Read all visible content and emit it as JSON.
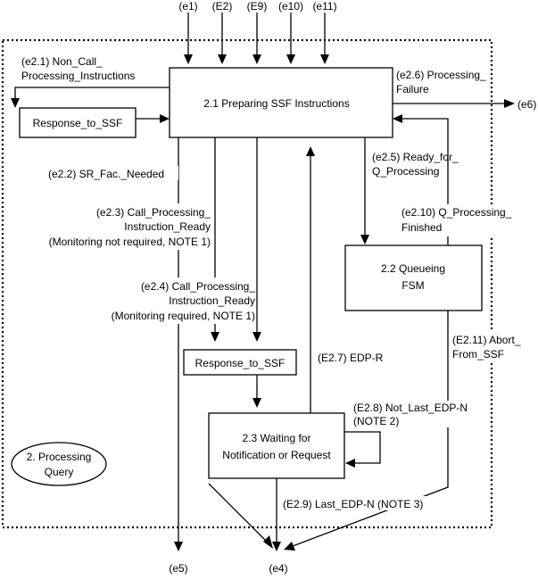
{
  "inputs": [
    "(e1)",
    "(E2)",
    "(E9)",
    "(e10)",
    "(e11)"
  ],
  "outputs": {
    "e6": "(e6)",
    "e5": "(e5)",
    "e4": "(e4)"
  },
  "states": {
    "preparing": "2.1 Preparing SSF Instructions",
    "queueing": [
      "2.2 Queueing",
      "FSM"
    ],
    "waiting": [
      "2.3 Waiting for",
      "Notification or Request"
    ]
  },
  "boxes": {
    "response_left": "Response_to_SSF",
    "response_mid": "Response_to_SSF"
  },
  "ellipse": [
    "2. Processing",
    "Query"
  ],
  "transitions": {
    "e2_1": [
      "(e2.1) Non_Call_",
      "Processing_Instructions"
    ],
    "e2_2": "(e2.2) SR_Fac._Needed",
    "e2_3": [
      "(e2.3) Call_Processing_",
      "Instruction_Ready",
      "(Monitoring not required, NOTE 1)"
    ],
    "e2_4": [
      "(e2.4) Call_Processing_",
      "Instruction_Ready",
      "(Monitoring required, NOTE 1)"
    ],
    "e2_5": [
      "(e2.5) Ready_for_",
      "Q_Processing"
    ],
    "e2_6": [
      "(e2.6) Processing_",
      "Failure"
    ],
    "e2_7": "(E2.7) EDP-R",
    "e2_8": [
      "(E2.8) Not_Last_EDP-N",
      "(NOTE 2)"
    ],
    "e2_9": "(E2.9) Last_EDP-N (NOTE 3)",
    "e2_10": [
      "(e2.10) Q_Processing_",
      "Finished"
    ],
    "e2_11": [
      "(E2.11) Abort_",
      "From_SSF"
    ]
  }
}
